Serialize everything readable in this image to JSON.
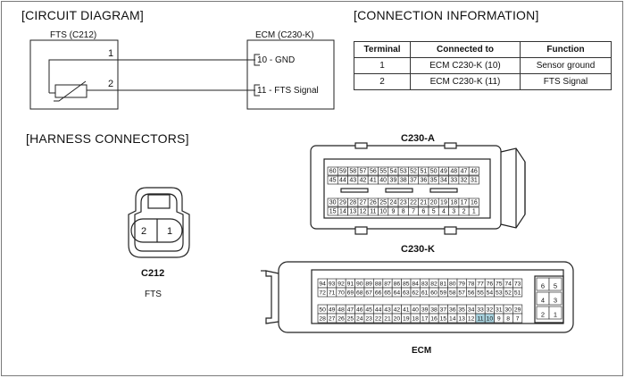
{
  "sections": {
    "circuit": "[CIRCUIT DIAGRAM]",
    "connection": "[CONNECTION INFORMATION]",
    "harness": "[HARNESS CONNECTORS]"
  },
  "circuit": {
    "fts_label": "FTS (C212)",
    "ecm_label": "ECM (C230-K)",
    "wire1": "1",
    "wire2": "2",
    "pin10": "10 - GND",
    "pin11": "11 - FTS Signal"
  },
  "table": {
    "headers": [
      "Terminal",
      "Connected to",
      "Function"
    ],
    "rows": [
      [
        "1",
        "ECM C230-K (10)",
        "Sensor ground"
      ],
      [
        "2",
        "ECM C230-K (11)",
        "FTS Signal"
      ]
    ]
  },
  "c212": {
    "name": "C212",
    "sub": "FTS",
    "pins": [
      "2",
      "1"
    ]
  },
  "c230a": {
    "name": "C230-A",
    "row1": [
      "60",
      "59",
      "58",
      "57",
      "56",
      "55",
      "54",
      "53",
      "52",
      "51",
      "50",
      "49",
      "48",
      "47",
      "46"
    ],
    "row2": [
      "45",
      "44",
      "43",
      "42",
      "41",
      "40",
      "39",
      "38",
      "37",
      "36",
      "35",
      "34",
      "33",
      "32",
      "31"
    ],
    "row3": [
      "30",
      "29",
      "28",
      "27",
      "26",
      "25",
      "24",
      "23",
      "22",
      "21",
      "20",
      "19",
      "18",
      "17",
      "16"
    ],
    "row4": [
      "15",
      "14",
      "13",
      "12",
      "11",
      "10",
      "9",
      "8",
      "7",
      "6",
      "5",
      "4",
      "3",
      "2",
      "1"
    ]
  },
  "c230k": {
    "name": "C230-K",
    "caption": "ECM",
    "row1": [
      "94",
      "93",
      "92",
      "91",
      "90",
      "89",
      "88",
      "87",
      "86",
      "85",
      "84",
      "83",
      "82",
      "81",
      "80",
      "79",
      "78",
      "77",
      "76",
      "75",
      "74",
      "73"
    ],
    "row2": [
      "72",
      "71",
      "70",
      "69",
      "68",
      "67",
      "66",
      "65",
      "64",
      "63",
      "62",
      "61",
      "60",
      "59",
      "58",
      "57",
      "56",
      "55",
      "54",
      "53",
      "52",
      "51"
    ],
    "row3": [
      "50",
      "49",
      "48",
      "47",
      "46",
      "45",
      "44",
      "43",
      "42",
      "41",
      "40",
      "39",
      "38",
      "37",
      "36",
      "35",
      "34",
      "33",
      "32",
      "31",
      "30",
      "29"
    ],
    "row4": [
      "28",
      "27",
      "26",
      "25",
      "24",
      "23",
      "22",
      "21",
      "20",
      "19",
      "18",
      "17",
      "16",
      "15",
      "14",
      "13",
      "12",
      "11",
      "10",
      "9",
      "8",
      "7"
    ],
    "side": [
      [
        "6",
        "5"
      ],
      [
        "4",
        "3"
      ],
      [
        "2",
        "1"
      ]
    ],
    "highlighted": [
      "11",
      "10"
    ],
    "highlight_color": "#a9d3df"
  }
}
